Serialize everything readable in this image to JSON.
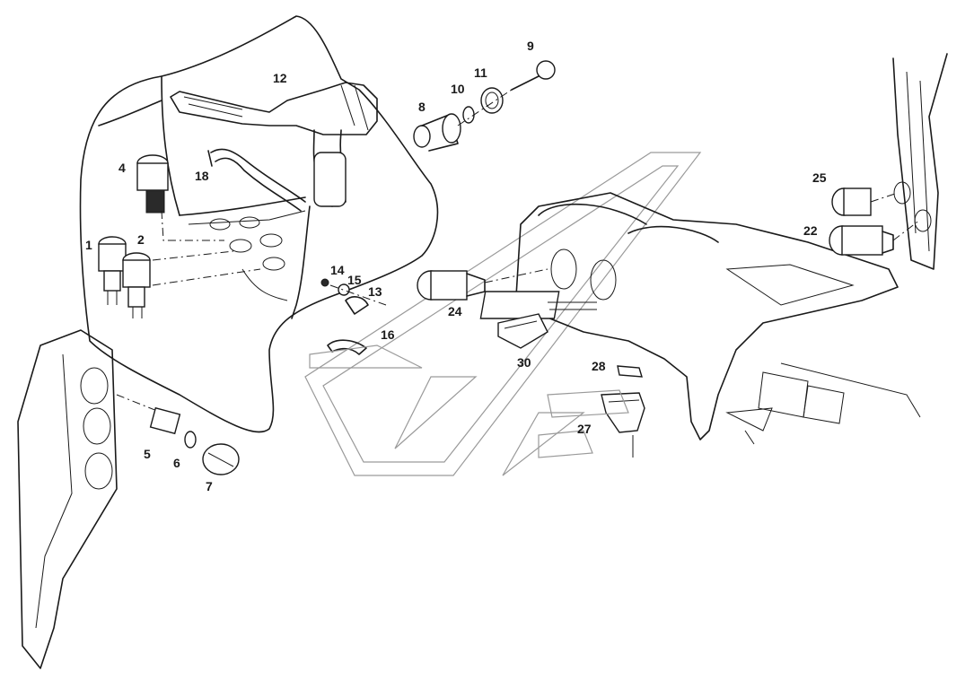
{
  "labels": [
    {
      "id": "1",
      "text": "1"
    },
    {
      "id": "2",
      "text": "2"
    },
    {
      "id": "4",
      "text": "4"
    },
    {
      "id": "5",
      "text": "5"
    },
    {
      "id": "6",
      "text": "6"
    },
    {
      "id": "7",
      "text": "7"
    },
    {
      "id": "8",
      "text": "8"
    },
    {
      "id": "9",
      "text": "9"
    },
    {
      "id": "10",
      "text": "10"
    },
    {
      "id": "11",
      "text": "11"
    },
    {
      "id": "12",
      "text": "12"
    },
    {
      "id": "13",
      "text": "13"
    },
    {
      "id": "14",
      "text": "14"
    },
    {
      "id": "15",
      "text": "15"
    },
    {
      "id": "16",
      "text": "16"
    },
    {
      "id": "18",
      "text": "18"
    },
    {
      "id": "22",
      "text": "22"
    },
    {
      "id": "24",
      "text": "24"
    },
    {
      "id": "25",
      "text": "25"
    },
    {
      "id": "27",
      "text": "27"
    },
    {
      "id": "28",
      "text": "28"
    },
    {
      "id": "30",
      "text": "30"
    }
  ],
  "colors": {
    "line": "#1a1a1a",
    "watermark": "#9a9a9a",
    "background": "#ffffff"
  }
}
